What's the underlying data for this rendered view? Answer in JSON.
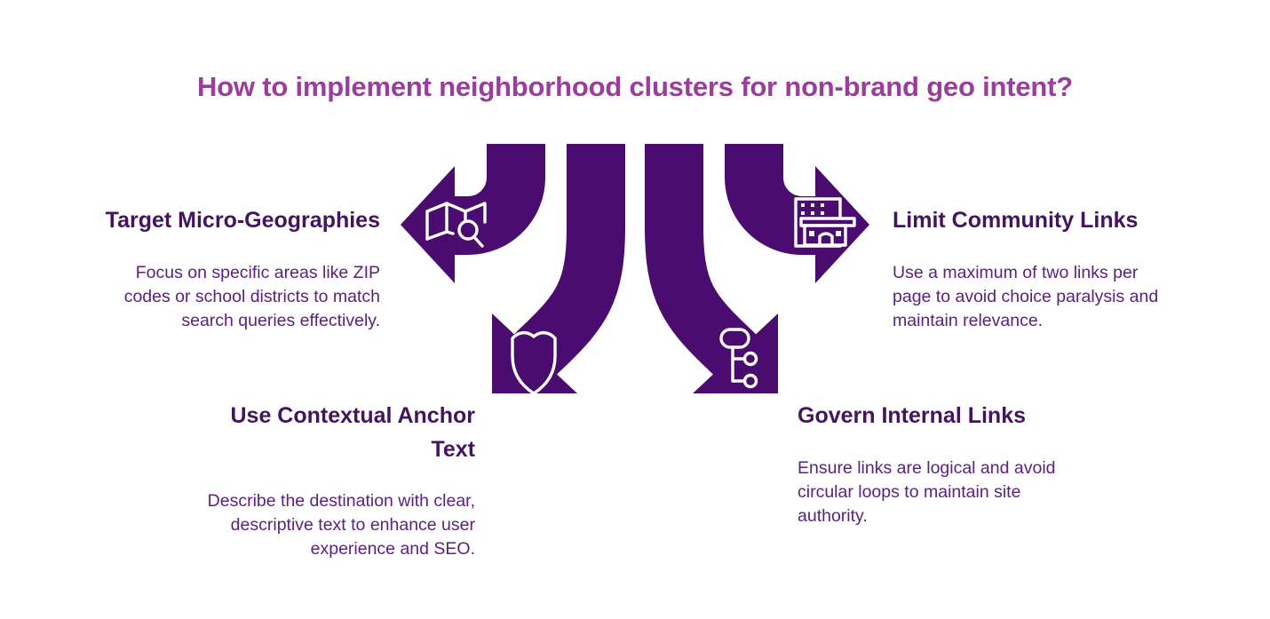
{
  "title": {
    "text": "How to implement neighborhood clusters for non-brand geo intent?"
  },
  "colors": {
    "background": "#FFFFFF",
    "arrow": "#4A0D6F",
    "title_text": "#9C3C9C",
    "heading_text": "#441461",
    "body_text": "#5C2180",
    "icon_stroke": "#FFFFFF"
  },
  "sections": [
    {
      "id": "target-micro-geographies",
      "position": "left",
      "arrow_direction": "left",
      "icon": "map-search-icon",
      "heading_lines": [
        "Target Micro-Geographies"
      ],
      "body_lines": [
        "Focus on specific areas like ZIP",
        "codes or school districts to match",
        "search queries effectively."
      ]
    },
    {
      "id": "limit-community-links",
      "position": "right",
      "arrow_direction": "right",
      "icon": "storefront-building-icon",
      "heading_lines": [
        "Limit Community Links"
      ],
      "body_lines": [
        "Use a maximum of two links per",
        "page to avoid choice paralysis and",
        "maintain relevance."
      ]
    },
    {
      "id": "use-contextual-anchor-text",
      "position": "bottom-left",
      "arrow_direction": "down-left",
      "icon": "shield-icon",
      "heading_lines": [
        "Use Contextual Anchor",
        "Text"
      ],
      "body_lines": [
        "Describe the destination with clear,",
        "descriptive text to enhance user",
        "experience and SEO."
      ]
    },
    {
      "id": "govern-internal-links",
      "position": "bottom-right",
      "arrow_direction": "down-right",
      "icon": "sitemap-icon",
      "heading_lines": [
        "Govern Internal Links"
      ],
      "body_lines": [
        "Ensure links are logical and avoid",
        "circular loops to maintain site",
        "authority."
      ]
    }
  ]
}
